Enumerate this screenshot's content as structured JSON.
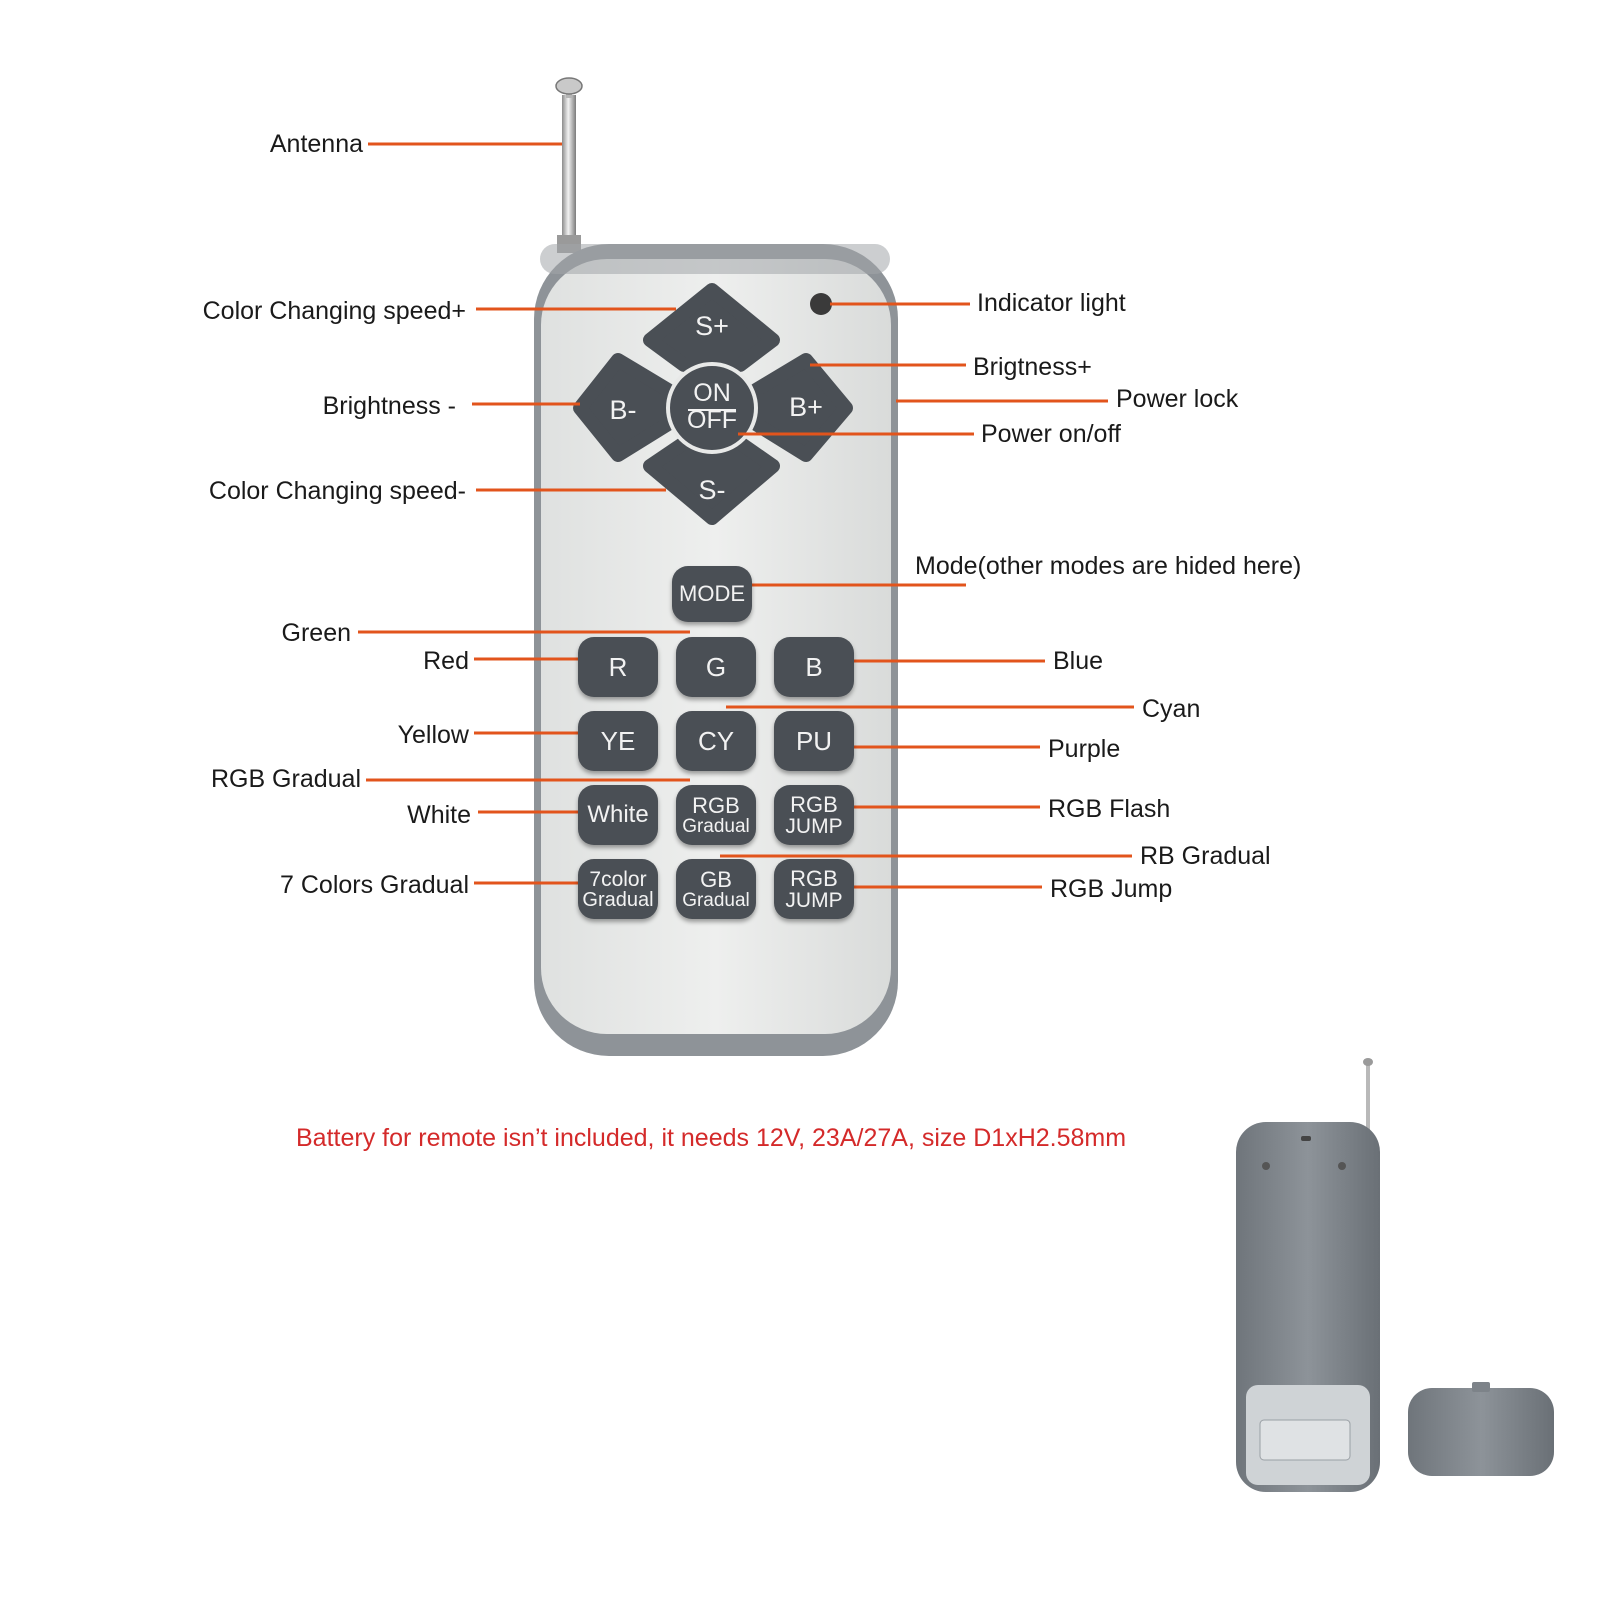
{
  "colors": {
    "leader": "#e2541c",
    "note": "#d42a2a",
    "button": "#4a4f55",
    "body": "#e4e6e5",
    "trim": "#8e9398"
  },
  "icons": [
    "antenna-icon",
    "indicator-light-icon",
    "remote-back-photo",
    "battery-cover-photo"
  ],
  "dpad": {
    "s_plus": "S+",
    "s_minus": "S-",
    "b_minus": "B-",
    "b_plus": "B+",
    "on": "ON",
    "off": "OFF"
  },
  "mode_button": "MODE",
  "keys": {
    "r": "R",
    "g": "G",
    "b": "B",
    "ye": "YE",
    "cy": "CY",
    "pu": "PU",
    "white": "White",
    "rgb_gradual_1": "RGB",
    "rgb_gradual_2": "Gradual",
    "rgb_jump_1": "RGB",
    "rgb_jump_2": "JUMP",
    "seven_color_1": "7color",
    "seven_color_2": "Gradual",
    "gb_gradual_1": "GB",
    "gb_gradual_2": "Gradual",
    "rgb_jump2_1": "RGB",
    "rgb_jump2_2": "JUMP"
  },
  "labels": {
    "antenna": "Antenna",
    "speed_plus": "Color Changing speed+",
    "brightness_minus": "Brightness -",
    "speed_minus": "Color Changing speed-",
    "green": "Green",
    "red": "Red",
    "yellow": "Yellow",
    "rgb_gradual": "RGB Gradual",
    "white": "White",
    "seven_colors_gradual": "7 Colors Gradual",
    "indicator_light": "Indicator light",
    "brightness_plus": "Brigtness+",
    "power_lock": "Power lock",
    "power_onoff": "Power on/off",
    "mode": "Mode(other modes are hided here)",
    "blue": "Blue",
    "cyan": "Cyan",
    "purple": "Purple",
    "rgb_flash": "RGB Flash",
    "rb_gradual": "RB Gradual",
    "rgb_jump": "RGB Jump"
  },
  "note": "Battery for remote isn’t included, it needs 12V, 23A/27A, size D1xH2.58mm"
}
